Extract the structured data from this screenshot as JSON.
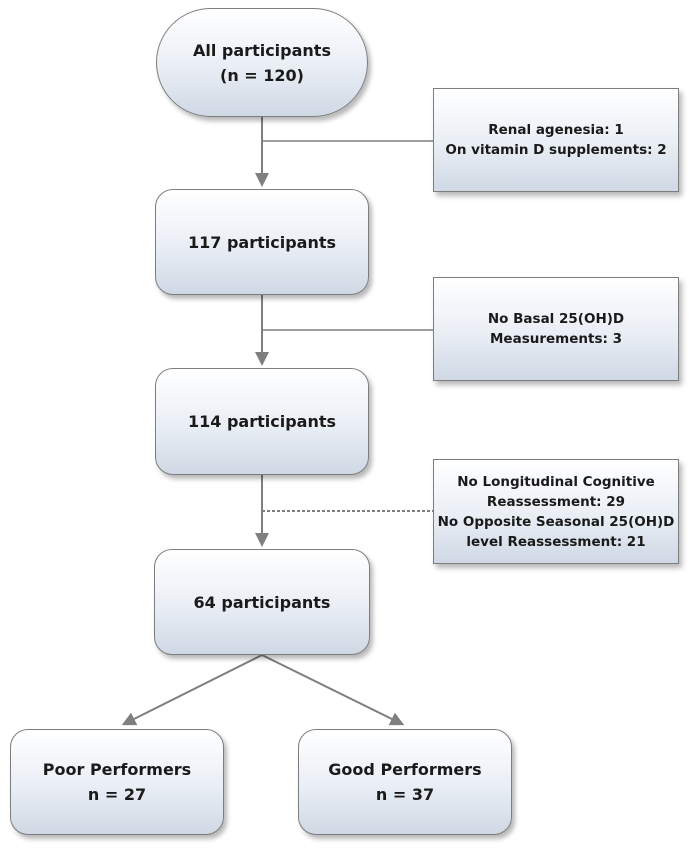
{
  "nodes": {
    "all_participants": {
      "line1": "All participants",
      "line2": "(n = 120)"
    },
    "p117": {
      "label": "117 participants"
    },
    "p114": {
      "label": "114 participants"
    },
    "p64": {
      "label": "64 participants"
    },
    "poor": {
      "line1": "Poor Performers",
      "line2": "n = 27"
    },
    "good": {
      "line1": "Good Performers",
      "line2": "n = 37"
    }
  },
  "exclusions": {
    "first": {
      "line1": "Renal agenesia: 1",
      "line2": "On vitamin D supplements: 2"
    },
    "second": {
      "line1": "No Basal 25(OH)D",
      "line2": "Measurements: 3"
    },
    "third": {
      "line1": "No Longitudinal Cognitive",
      "line2": "Reassessment: 29",
      "line3": "No Opposite Seasonal 25(OH)D",
      "line4": "level Reassessment: 21"
    }
  },
  "colors": {
    "connector": "#7f7f7f",
    "box_border": "#7d7d7d",
    "box_gradient_top": "#ffffff",
    "box_gradient_bottom": "#cfd8e4"
  }
}
